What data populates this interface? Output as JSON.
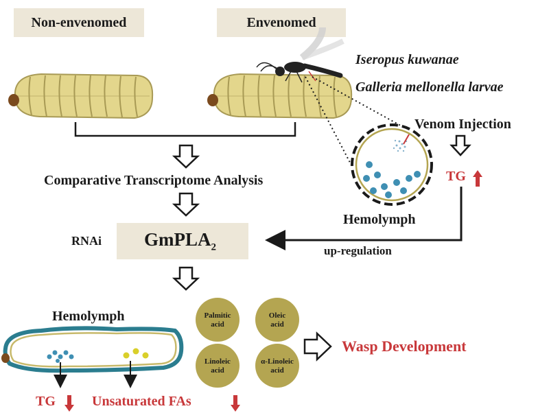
{
  "labels": {
    "non_envenomed": "Non-envenomed",
    "envenomed": "Envenomed",
    "species_wasp": "Iseropus kuwanae",
    "species_larvae": "Galleria mellonella larvae",
    "venom_injection": "Venom Injection",
    "tg_top": "TG",
    "comparative": "Comparative Transcriptome Analysis",
    "hemolymph_circle": "Hemolymph",
    "rnai": "RNAi",
    "gene_main": "GmPLA",
    "gene_sub": "2",
    "upregulation": "up-regulation",
    "hemolymph_bottom": "Hemolymph",
    "tg_bottom": "TG",
    "unsat_fas": "Unsaturated FAs",
    "wasp_dev": "Wasp Development"
  },
  "fatty_acids": [
    {
      "line1": "Palmitic",
      "line2": "acid"
    },
    {
      "line1": "Oleic",
      "line2": "acid"
    },
    {
      "line1": "Linoleic",
      "line2": "acid"
    },
    {
      "line1": "α-Linoleic",
      "line2": "acid"
    }
  ],
  "colors": {
    "accent_red": "#c8383a",
    "box_beige": "#ede7d8",
    "larva_yellow": "#e3d68c",
    "larva_outline": "#a89a55",
    "circle_olive": "#b4a551",
    "hemolymph_teal": "#2b7d8f",
    "dot_blue": "#3f8fb3",
    "dot_yellow": "#d9cf2a",
    "line_dark": "#1a1a1a"
  }
}
